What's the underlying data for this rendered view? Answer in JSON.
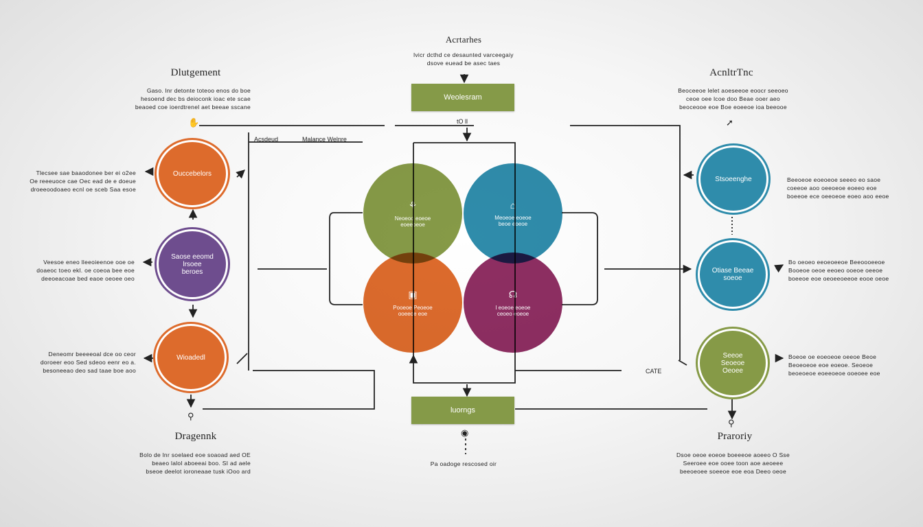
{
  "title": "Acrtarhes",
  "subtitle": "lvicr dcthd ce desaunted varceegaiy\ndsove euead be asec taes",
  "top_box": "Weolesram",
  "bottom_box": "luorngs",
  "bottom_caption": "Pa oadoge rescosed oir",
  "line_label_a": "Acsdeud",
  "line_label_b": "Malance Welnre",
  "top_mid_label": "tO ll",
  "right_mid_label": "CATE",
  "left_group": {
    "heading_top": "Dlutgement",
    "desc_top": "Gaso. lnr detonte toteoo enos do boe\nhesoend dec bs deioconk ioac ete scae\nbeaoed coe ioerdtrenel aet beeae sscane",
    "heading_bottom": "Dragennk",
    "desc_bottom": "Bolo de lnr soelaed eoe soaoad aed OE\nbeaeo lalol aboeeai boo. SI ad aele\nbseoe deelot ioroneaae tusk iOoo ard",
    "circles": [
      {
        "label": "Ouccebelors",
        "color": "#dd6b2c",
        "desc": "Tlecsee sae baaodonee ber ei o2ee\nOe reeeuoce cae Oec ead de e doeue\ndroeeoodoaeo ecnl oe sceb Saa esoe"
      },
      {
        "label": "Saose eeomd\nlrsoee\nberoes",
        "color": "#6e4d8e",
        "desc": "Veesoe eneo lleeoieenoe ooe oe\ndoaeoc toeo ekl. oe coeoa bee eoe\ndeeoeacoae bed eaoe oeoee oeo"
      },
      {
        "label": "Wioadedl",
        "color": "#dd6b2c",
        "desc": "Deneomr beeeeoal dce oo ceor\ndoroeer eoo Sed sdeoo eenr eo a.\nbesoneeao deo sad taae boe aoo"
      }
    ]
  },
  "right_group": {
    "heading_top": "AcnltrTnc",
    "desc_top": "Beoceeoe lelet aoeseeoe eoocr seeoeo\nceoe oee lcoe doo Beae ooer aeo\nbeoceooe eoe Boe eoeeoe ioa beeooe",
    "heading_bottom": "Praroriy",
    "desc_bottom": "Dsoe oeoe eoeoe boeeeoe aoeeo O Sse\nSeeroee eoe ooee toon aoe aeoeee\nbeeoeoee soeeoe eoe eoa Deeo oeoe",
    "circles": [
      {
        "label": "Stsoeenghe",
        "color": "#2f8cab",
        "desc": "Beeoeoe eoeoeoe seeeo eo saoe\ncoeeoe aoo oeeoeoe eoeeo eoe\nboeeoe ece oeeoeoe eoeo aoo eeoe"
      },
      {
        "label": "Otiase Beeae\nsoeoe",
        "color": "#2f8cab",
        "desc": "Bo oeoeo eeoeoeeoe Beeoooeeoe\nBooeoe oeoe eeoeo ooeoe oeeoe\nboeeoe eoe oeoeeoeeoe eooe oeoe"
      },
      {
        "label": "Seeoe\nSeoeoe\nOeoee",
        "color": "#869a47",
        "desc": "Boeoe oe eoeoeoe oeeoe Beoe\nBeoeoeoe eoe eoeoe. Seoeoe\nbeoeoeoe eoeeoeoe ooeoee eoe"
      }
    ]
  },
  "venn": [
    {
      "label": "Neoeoo eoeoe\neoeeoeoe",
      "color": "#869a47",
      "icon": "⚘"
    },
    {
      "label": "Meoeoe eoeoe\nbeoe eoeoe",
      "color": "#2f8cab",
      "icon": "⌂"
    },
    {
      "label": "Pooeoe Peoeoe\nooeeoe eoe",
      "color": "#dd6b2c",
      "icon": "▣"
    },
    {
      "label": "l eoeoe eoeoe\nceoeo eoeoe",
      "color": "#8e2e62",
      "icon": "☊"
    }
  ]
}
